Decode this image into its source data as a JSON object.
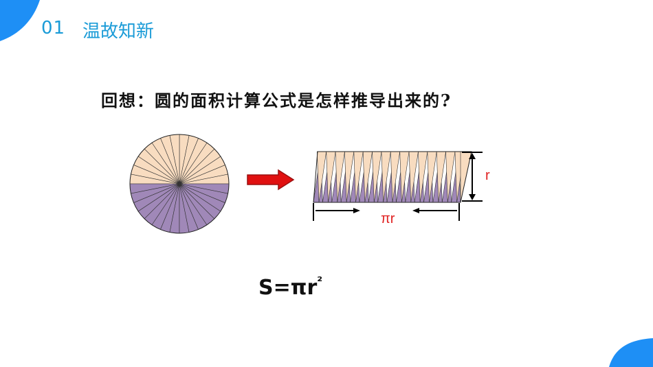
{
  "header": {
    "section_number": "01",
    "section_title": "温故知新"
  },
  "question": "回想：圆的面积计算公式是怎样推导出来的?",
  "diagram": {
    "height_label": "r",
    "length_label": "πr",
    "sectors": 32,
    "colors": {
      "top_half": "#f8dcc0",
      "bottom_half": "#a088b8",
      "arrow": "#e01010",
      "label": "#e02020",
      "accent": "#1e8ff5"
    }
  },
  "formula": {
    "base": "S=πr",
    "exponent": "²"
  }
}
